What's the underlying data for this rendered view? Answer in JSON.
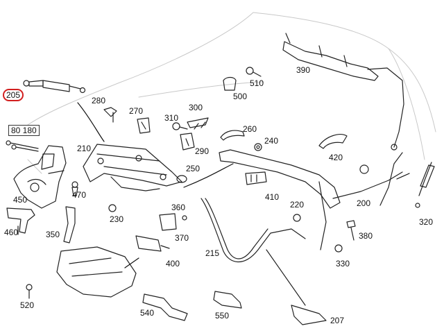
{
  "diagram": {
    "highlight_color": "#d21f1f",
    "line_color": "#222222",
    "part_labels": {
      "p205": "205",
      "p80_180": "80 180",
      "p280": "280",
      "p270": "270",
      "p300": "300",
      "p310": "310",
      "p290": "290",
      "p260": "260",
      "p240": "240",
      "p210": "210",
      "p250": "250",
      "p390": "390",
      "p510": "510",
      "p500": "500",
      "p420": "420",
      "p410": "410",
      "p450": "450",
      "p470": "470",
      "p360": "360",
      "p230": "230",
      "p370": "370",
      "p220": "220",
      "p200": "200",
      "p320": "320",
      "p380": "380",
      "p460": "460",
      "p350": "350",
      "p400": "400",
      "p215": "215",
      "p330": "330",
      "p520": "520",
      "p540": "540",
      "p550": "550",
      "p207": "207"
    }
  }
}
